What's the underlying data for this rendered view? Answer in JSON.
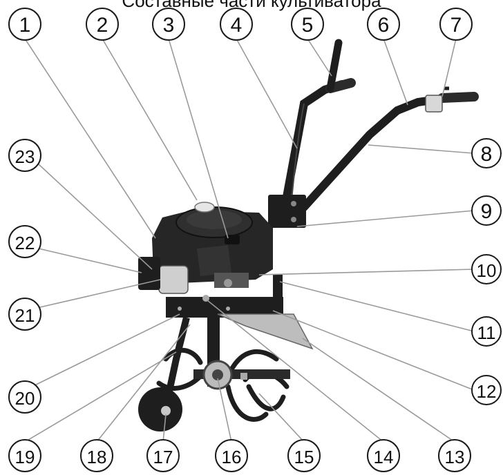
{
  "caption": "Составные части культиватора",
  "callouts": [
    {
      "label": "1"
    },
    {
      "label": "2"
    },
    {
      "label": "3"
    },
    {
      "label": "4"
    },
    {
      "label": "5"
    },
    {
      "label": "6"
    },
    {
      "label": "7"
    },
    {
      "label": "8"
    },
    {
      "label": "9"
    },
    {
      "label": "10"
    },
    {
      "label": "11"
    },
    {
      "label": "12"
    },
    {
      "label": "13"
    },
    {
      "label": "14"
    },
    {
      "label": "15"
    },
    {
      "label": "16"
    },
    {
      "label": "17"
    },
    {
      "label": "18"
    },
    {
      "label": "19"
    },
    {
      "label": "20"
    },
    {
      "label": "21"
    },
    {
      "label": "22"
    },
    {
      "label": "23"
    }
  ],
  "colors": {
    "machine": "#1e1e1e",
    "metal": "#bdbdbd",
    "leader": "#9a9a9a"
  },
  "icons": [
    "cultivator-illustration"
  ]
}
